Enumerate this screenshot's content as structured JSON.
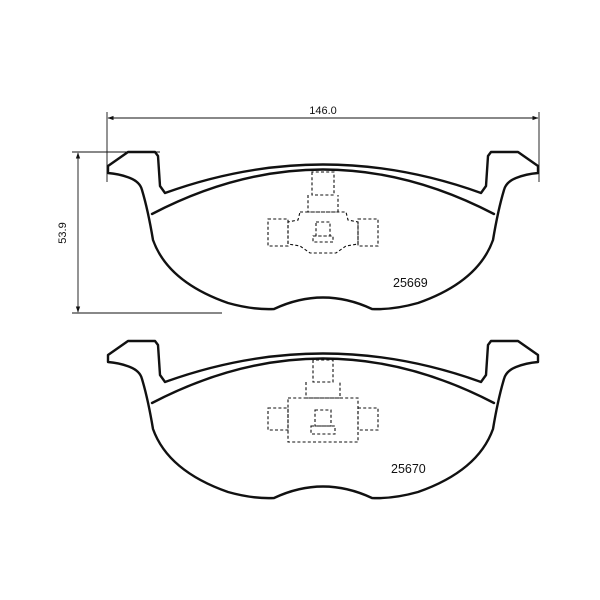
{
  "dimensions": {
    "width": "146.0",
    "height": "53.9"
  },
  "parts": [
    {
      "number": "25669"
    },
    {
      "number": "25670"
    }
  ],
  "colors": {
    "line": "#111111",
    "background": "#ffffff"
  }
}
